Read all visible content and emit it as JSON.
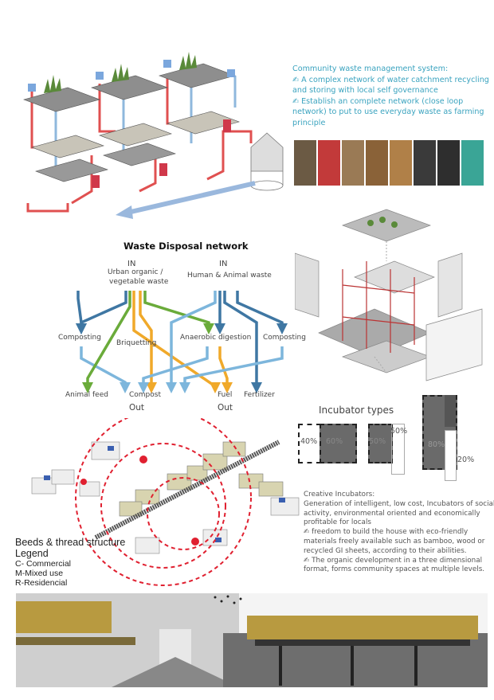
{
  "intro": {
    "heading": "Community waste management system:",
    "bullets": [
      "✍  A complex network of water catchment recycling",
      "and storing with local self governance",
      "✍  Establish an complete network (close loop",
      "network) to put to use everyday waste as farming",
      "principle"
    ]
  },
  "materials": {
    "swatch_colors": [
      "#6b5a44",
      "#c23a3a",
      "#9a7a55",
      "#8a6238",
      "#b08048",
      "#3a3a3a",
      "#2e2e2e",
      "#3aa596"
    ]
  },
  "flow": {
    "title": "Waste Disposal network",
    "in_label": "IN",
    "input1_line1": "Urban organic /",
    "input1_line2": "vegetable waste",
    "input2": "Human & Animal waste",
    "process": [
      "Composting",
      "Briquetting",
      "Anaerobic digestion",
      "Composting"
    ],
    "outputs": [
      "Animal feed",
      "Compost",
      "Fuel",
      "Fertilizer"
    ],
    "out_label": "Out",
    "colors": {
      "dark_blue": "#3f77a3",
      "light_blue": "#7db6dc",
      "green": "#6aab3a",
      "orange": "#f0a92a"
    }
  },
  "incubators": {
    "title": "Incubator types",
    "type1": [
      "40%",
      "60%"
    ],
    "type2": [
      "50%",
      "50%"
    ],
    "type3": [
      "80%",
      "20%"
    ]
  },
  "creative": {
    "lines": [
      "Creative Incubators:",
      "Generation of intelligent, low cost, Incubators of social",
      "activity, environmental oriented and economically",
      "profitable for locals",
      "✍    freedom to build the house with eco-friendly",
      "materials freely available such as bamboo, wood or",
      "recycled GI sheets, according to their abilities.",
      "✍ The organic development in a three dimensional",
      "format, forms community spaces at multiple levels."
    ]
  },
  "legend": {
    "title": "Beeds & thread structure",
    "heading": "Legend",
    "items": [
      "C- Commercial",
      "M-Mixed use",
      "R-Residencial"
    ]
  }
}
